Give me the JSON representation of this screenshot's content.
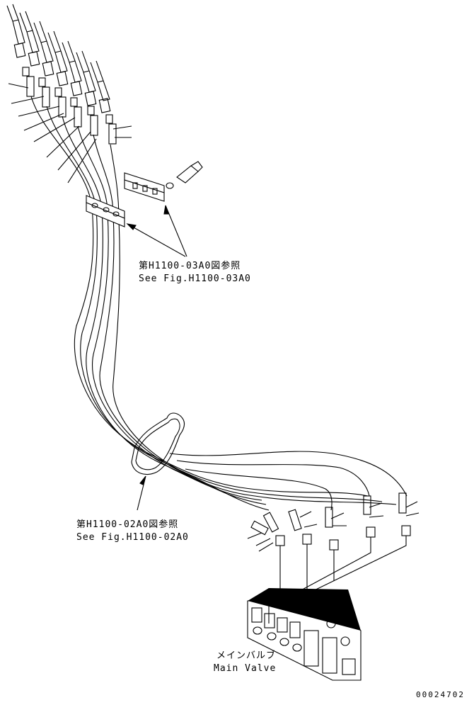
{
  "callouts": {
    "upper_ref_jp": "第H1100-03A0図参照",
    "upper_ref_en": "See Fig.H1100-03A0",
    "lower_ref_jp": "第H1100-02A0図参照",
    "lower_ref_en": "See Fig.H1100-02A0",
    "valve_jp": "メインバルブ",
    "valve_en": "Main Valve"
  },
  "document_number": "00024702"
}
